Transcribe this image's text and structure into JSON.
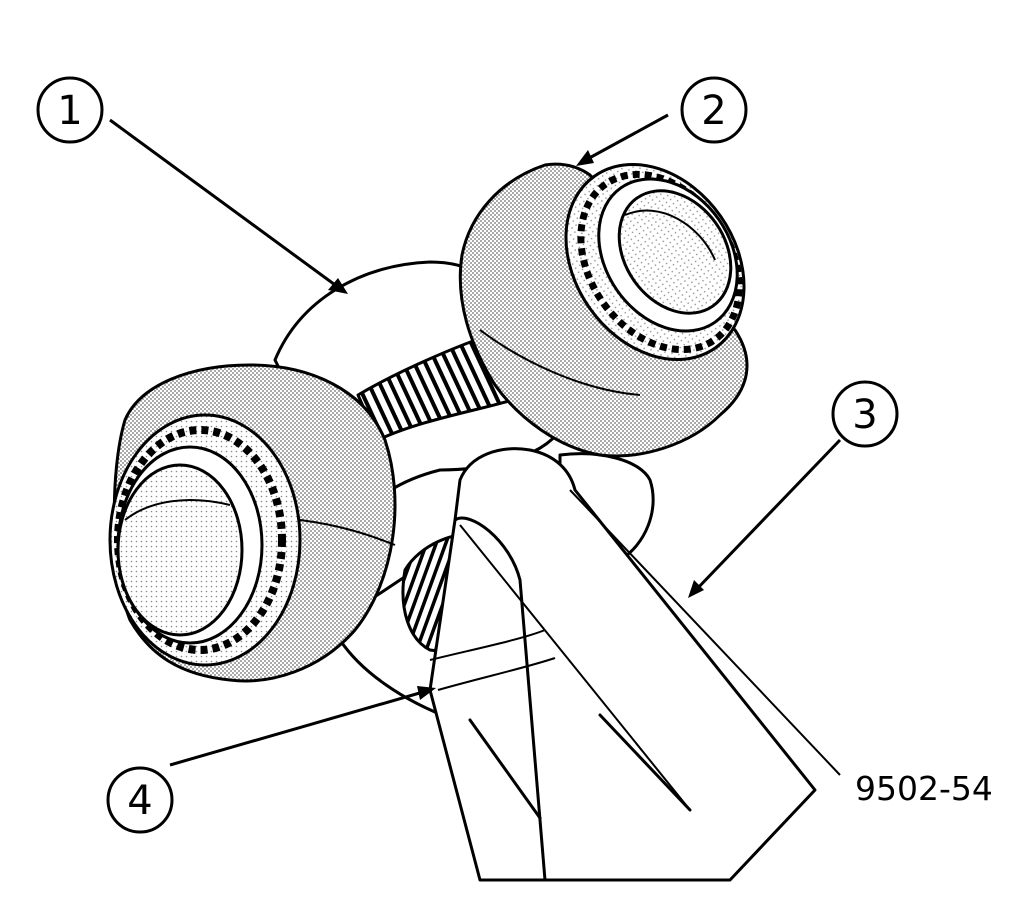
{
  "figure": {
    "code": "9502-54",
    "callouts": [
      {
        "id": "1",
        "label": "1"
      },
      {
        "id": "2",
        "label": "2"
      },
      {
        "id": "3",
        "label": "3"
      },
      {
        "id": "4",
        "label": "4"
      }
    ]
  },
  "colors": {
    "ink": "#000000",
    "paper": "#ffffff",
    "stipple": "#8a8a8a"
  }
}
